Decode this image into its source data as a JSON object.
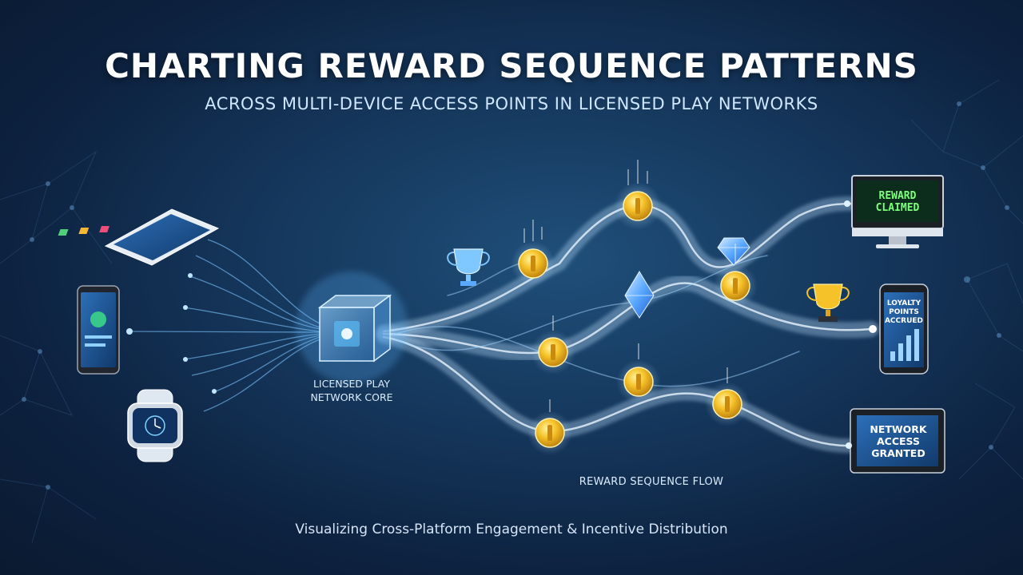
{
  "header": {
    "title": "CHARTING REWARD SEQUENCE PATTERNS",
    "subtitle": "ACROSS MULTI-DEVICE ACCESS POINTS IN LICENSED PLAY NETWORKS"
  },
  "core": {
    "label_line1": "LICENSED PLAY",
    "label_line2": "NETWORK CORE"
  },
  "flow": {
    "label": "REWARD SEQUENCE FLOW"
  },
  "outputs": {
    "monitor": {
      "line1": "REWARD",
      "line2": "CLAIMED"
    },
    "phone": {
      "line1": "LOYALTY",
      "line2": "POINTS",
      "line3": "ACCRUED"
    },
    "tablet": {
      "line1": "NETWORK",
      "line2": "ACCESS",
      "line3": "GRANTED"
    }
  },
  "caption": "Visualizing Cross-Platform Engagement & Incentive Distribution",
  "icons": {
    "devices": [
      "tablet-icon",
      "smartphone-icon",
      "smartwatch-icon"
    ],
    "rewards": [
      "trophy-icon",
      "coin-icon",
      "gem-icon"
    ]
  },
  "colors": {
    "background": "#15375c",
    "flow": "#bfe3ff",
    "coin": "#f5b81c",
    "gem": "#5aa8ff",
    "monitor_text": "#7dff7d"
  }
}
